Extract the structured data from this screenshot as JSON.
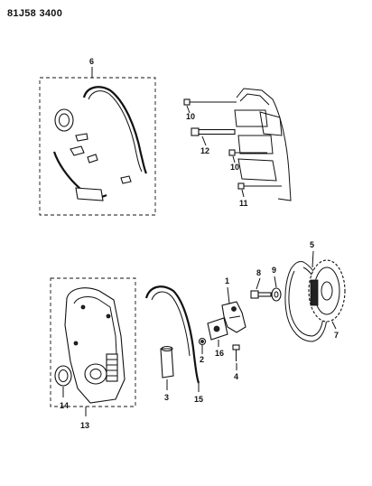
{
  "drawing_code": "81J58 3400",
  "callouts": {
    "c1": "1",
    "c2": "2",
    "c3": "3",
    "c4": "4",
    "c5": "5",
    "c6": "6",
    "c7": "7",
    "c8": "8",
    "c9": "9",
    "c10a": "10",
    "c10b": "10",
    "c11": "11",
    "c12": "12",
    "c13": "13",
    "c14": "14",
    "c15": "15",
    "c16": "16"
  }
}
